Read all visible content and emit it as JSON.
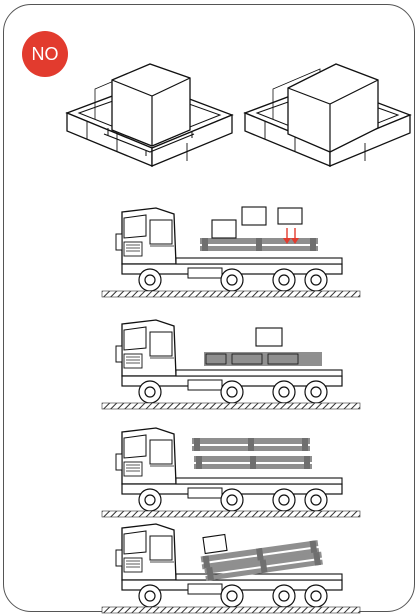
{
  "badge": {
    "label": "NO",
    "color": "#e23b2e"
  },
  "colors": {
    "outline": "#1a1a1a",
    "gray_fill": "#8f8f8f",
    "light_gray": "#bdbdbd",
    "arrow_red": "#e23b2e",
    "ground_hatch": "#333333"
  },
  "icons": [
    "no-badge",
    "packed-machine-crate",
    "truck",
    "pallet",
    "box",
    "down-arrow",
    "ground-hatch"
  ],
  "panels": [
    {
      "id": "crate-left"
    },
    {
      "id": "crate-right"
    },
    {
      "id": "truck-1"
    },
    {
      "id": "truck-2"
    },
    {
      "id": "truck-3"
    },
    {
      "id": "truck-4"
    }
  ]
}
